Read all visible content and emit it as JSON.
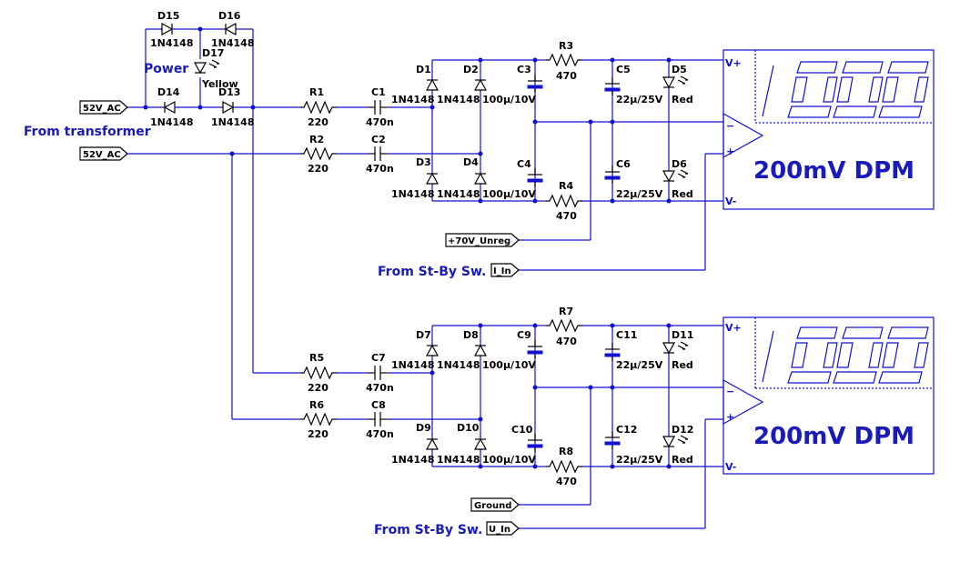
{
  "diodes": {
    "d15": "D15",
    "d16": "D16",
    "d14": "D14",
    "d13": "D13",
    "d17": "D17",
    "d1": "D1",
    "d2": "D2",
    "d3": "D3",
    "d4": "D4",
    "d5": "D5",
    "d6": "D6",
    "d7": "D7",
    "d8": "D8",
    "d9": "D9",
    "d10": "D10",
    "d11": "D11",
    "d12": "D12"
  },
  "diode_values": {
    "n4148": "1N4148",
    "yellow": "Yellow",
    "red": "Red"
  },
  "resistors": {
    "r1": "R1",
    "r2": "R2",
    "r3": "R3",
    "r4": "R4",
    "r5": "R5",
    "r6": "R6",
    "r7": "R7",
    "r8": "R8",
    "v220": "220",
    "v470": "470"
  },
  "capacitors": {
    "c1": "C1",
    "c2": "C2",
    "c3": "C3",
    "c4": "C4",
    "c5": "C5",
    "c6": "C6",
    "c7": "C7",
    "c8": "C8",
    "c9": "C9",
    "c10": "C10",
    "c11": "C11",
    "c12": "C12",
    "v470n": "470n",
    "v100u": "100µ/10V",
    "v22u": "22µ/25V"
  },
  "net_labels": {
    "ac1": "52V_AC",
    "ac2": "52V_AC",
    "unreg": "+70V_Unreg",
    "i_in": "I_In",
    "ground": "Ground",
    "u_in": "U_In"
  },
  "annotations": {
    "power": "Power",
    "from_transformer": "From transformer",
    "from_standby_1": "From St-By Sw.",
    "from_standby_2": "From St-By Sw."
  },
  "dpm": {
    "title": "200mV DPM",
    "vplus": "V+",
    "vminus": "V-",
    "minus": "−",
    "plus": "+"
  }
}
